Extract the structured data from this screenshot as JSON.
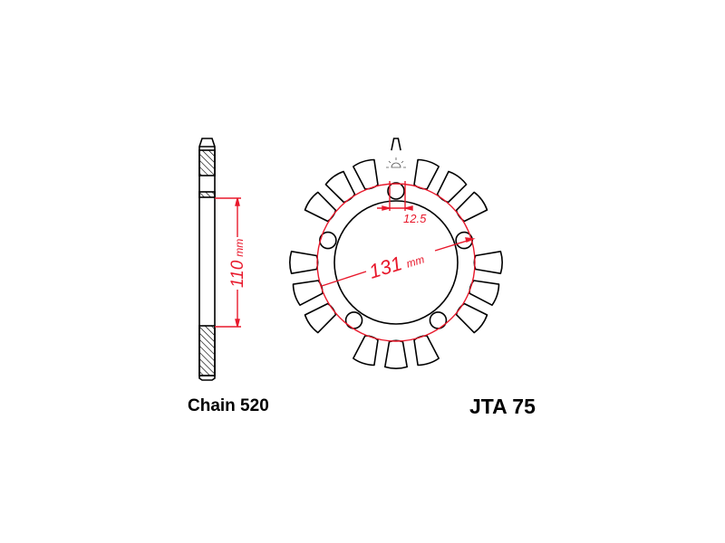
{
  "labels": {
    "chain": "Chain 520",
    "model": "JTA 75"
  },
  "dimensions": {
    "side_height": "110",
    "side_unit": "mm",
    "bolt_circle": "131",
    "bolt_circle_unit": "mm",
    "hole_offset": "12.5"
  },
  "colors": {
    "line": "#000000",
    "dimension": "#e8192c"
  }
}
